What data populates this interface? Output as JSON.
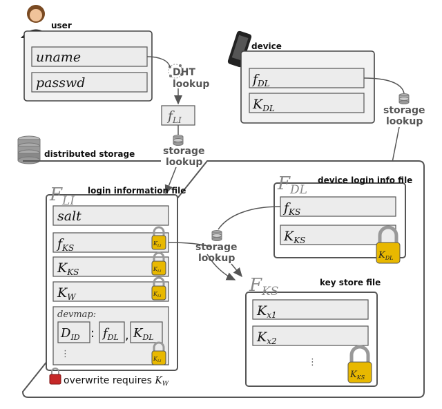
{
  "user": {
    "label": "user",
    "fields": [
      "uname",
      "passwd"
    ]
  },
  "device": {
    "label": "device",
    "fields": [
      {
        "main": "f",
        "sub": "DL"
      },
      {
        "main": "K",
        "sub": "DL"
      }
    ]
  },
  "dht_lookup": [
    "DHT",
    "lookup"
  ],
  "storage_lookup": [
    "storage",
    "lookup"
  ],
  "f_li": {
    "main": "f",
    "sub": "LI"
  },
  "distributed_storage": {
    "label": "distributed storage"
  },
  "login_file": {
    "symbol": {
      "main": "F",
      "sub": "LI"
    },
    "label": "login information file",
    "salt": "salt",
    "rows": [
      {
        "main": "f",
        "sub": "KS"
      },
      {
        "main": "K",
        "sub": "KS"
      },
      {
        "main": "K",
        "sub": "W"
      }
    ],
    "lock": {
      "main": "K",
      "sub": "LI"
    },
    "devmap": {
      "label": "devmap:",
      "d": {
        "main": "D",
        "sub": "ID"
      },
      "fdl": {
        "main": "f",
        "sub": "DL"
      },
      "kdl": {
        "main": "K",
        "sub": "DL"
      },
      "colon": ":",
      "comma": ",",
      "ellipsis": "⋮"
    }
  },
  "device_file": {
    "symbol": {
      "main": "F",
      "sub": "DL"
    },
    "label": "device login info file",
    "rows": [
      {
        "main": "f",
        "sub": "KS"
      },
      {
        "main": "K",
        "sub": "KS"
      }
    ],
    "lock": {
      "main": "K",
      "sub": "DL"
    }
  },
  "keystore_file": {
    "symbol": {
      "main": "F",
      "sub": "KS"
    },
    "label": "key store file",
    "rows": [
      {
        "main": "K",
        "sub": "x1"
      },
      {
        "main": "K",
        "sub": "x2"
      }
    ],
    "ellipsis": "⋮",
    "lock": {
      "main": "K",
      "sub": "KS"
    }
  },
  "note": {
    "text": "overwrite requires ",
    "main": "K",
    "sub": "W"
  },
  "colors": {
    "lock_gold": "#e8b800",
    "lock_red": "#c62828",
    "panel_stroke": "#555555"
  }
}
